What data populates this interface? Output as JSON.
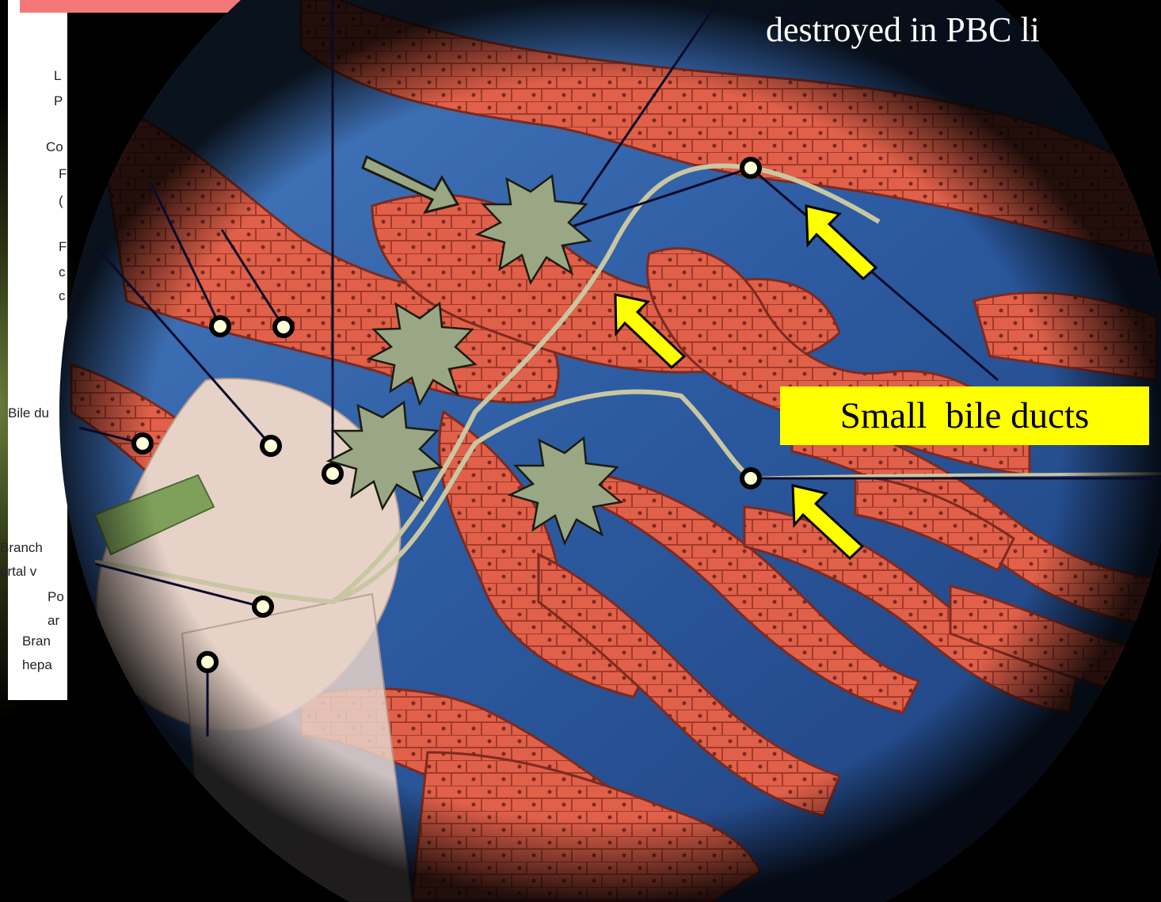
{
  "slide": {
    "title_fragment": "destroyed in PBC li",
    "callout_label": "Small  bile ducts"
  },
  "cut_off_labels": [
    "L",
    "P",
    "Co",
    "F",
    "(",
    "F",
    "c",
    "c",
    "Bile du",
    "Branch",
    "ortal v",
    "Po",
    "ar",
    "Bran",
    "hepa"
  ],
  "colors": {
    "background": "#000000",
    "pink_bar": "#f4787a",
    "callout_fill": "#ffff00",
    "yellow_arrows": "#ffff00",
    "gray_arrow": "#9aa784",
    "damage_bursts": "#9aa784",
    "hepatocytes": "#e0604a",
    "sinusoids": "#2f5fa8"
  },
  "icons": [
    "yellow-arrow-icon",
    "gray-arrow-icon",
    "damage-burst-icon",
    "label-pointer-icon"
  ]
}
